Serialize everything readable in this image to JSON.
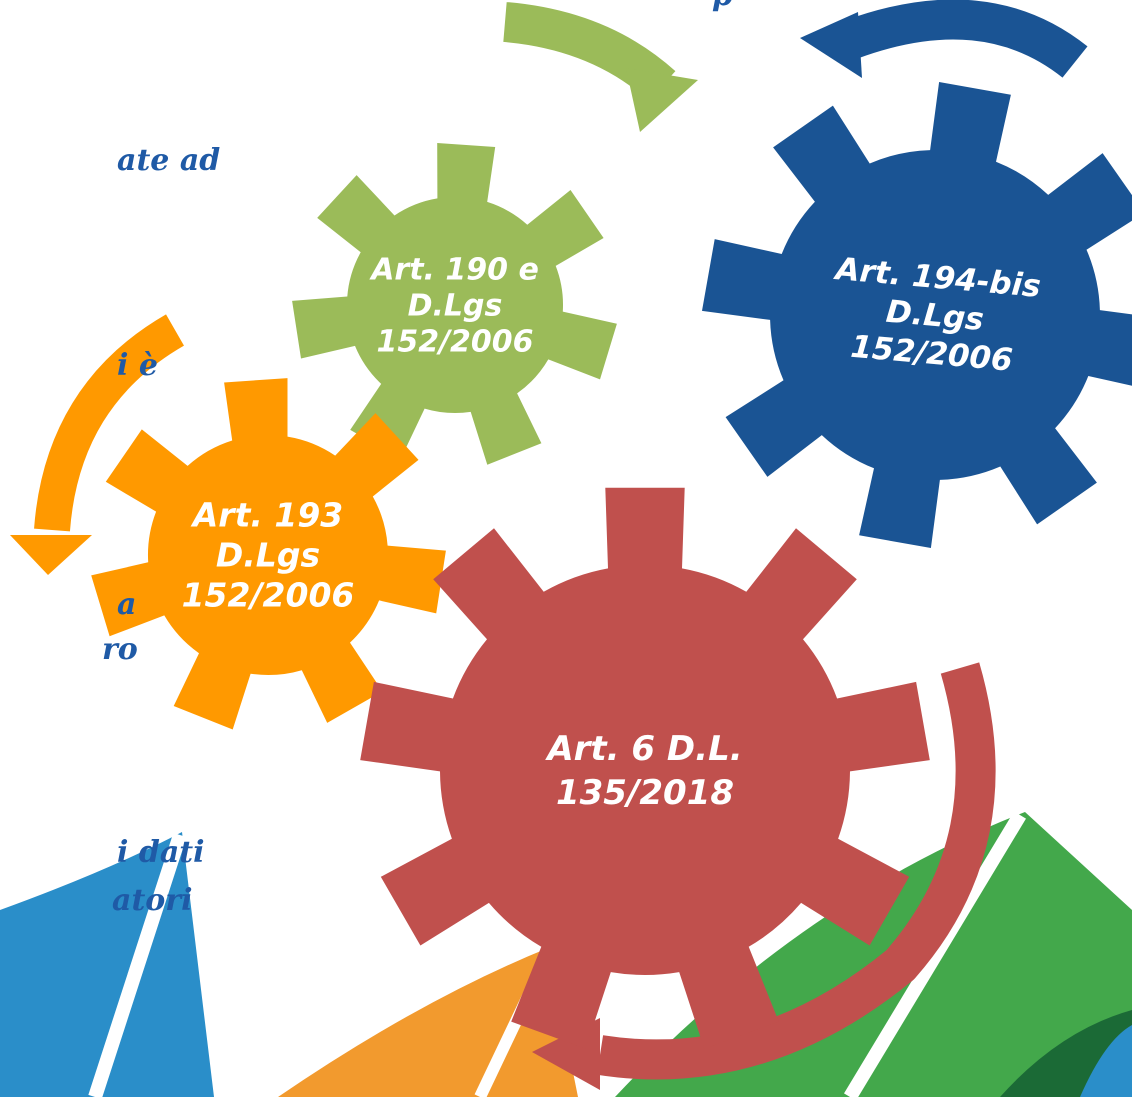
{
  "colors": {
    "green": "#9bbb59",
    "blue": "#1a5494",
    "orange": "#ff9900",
    "red": "#c0504d",
    "text_blue": "#1f5aa6"
  },
  "left_text": [
    "ate ad",
    "i è",
    "a",
    "ro",
    "i dati",
    "atori"
  ],
  "top_text": "p",
  "gears": [
    {
      "id": "art190",
      "lines": [
        "Art. 190 e",
        "D.Lgs",
        "152/2006"
      ],
      "color": "#9bbb59"
    },
    {
      "id": "art194",
      "lines": [
        "Art. 194-bis",
        "D.Lgs",
        "152/2006"
      ],
      "color": "#1a5494"
    },
    {
      "id": "art193",
      "lines": [
        "Art. 193",
        "D.Lgs",
        "152/2006"
      ],
      "color": "#ff9900"
    },
    {
      "id": "art6",
      "lines": [
        "Art. 6 D.L.",
        "135/2018"
      ],
      "color": "#c0504d"
    }
  ]
}
